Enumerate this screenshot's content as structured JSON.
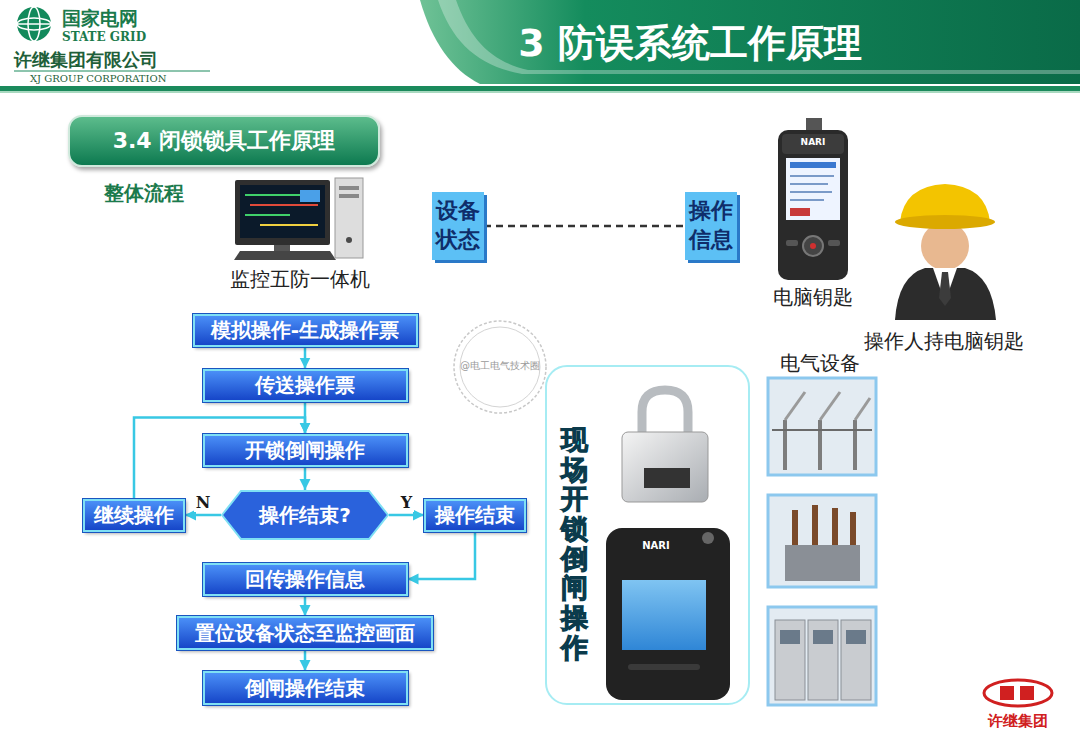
{
  "diagram": {
    "title": "3 防误系统工作原理",
    "nodes": [
      {
        "text": [
          "3.4 闭锁锁具工作原理"
        ]
      },
      {
        "text": [
          "模拟操作-生成操作票"
        ]
      },
      {
        "text": [
          "传送操作票"
        ]
      },
      {
        "text": [
          "开锁倒闸操作"
        ]
      },
      {
        "text": [
          "操作结束?"
        ]
      },
      {
        "text": [
          "继续操作"
        ]
      },
      {
        "text": [
          "操作结束"
        ]
      },
      {
        "text": [
          "回传操作信息"
        ]
      },
      {
        "text": [
          "置位设备状态至监控画面"
        ]
      },
      {
        "text": [
          "倒闸操作结束"
        ]
      },
      {
        "text": [
          "设备状态"
        ]
      },
      {
        "text": [
          "操作信息"
        ]
      },
      {
        "text": [
          "现场开锁倒闸操作"
        ]
      }
    ],
    "edges": [
      {
        "from": 1,
        "to": 2,
        "arrow": "to"
      },
      {
        "from": 2,
        "to": 3,
        "arrow": "to"
      },
      {
        "from": 3,
        "to": 4,
        "arrow": "to"
      },
      {
        "from": 4,
        "to": 5,
        "arrow": "to",
        "label": "N"
      },
      {
        "from": 5,
        "to": 3,
        "arrow": "to"
      },
      {
        "from": 4,
        "to": 6,
        "arrow": "to",
        "label": "Y"
      },
      {
        "from": 6,
        "to": 7,
        "arrow": "to"
      },
      {
        "from": 7,
        "to": 8,
        "arrow": "to"
      },
      {
        "from": 8,
        "to": 9,
        "arrow": "to"
      },
      {
        "from": 10,
        "to": 11,
        "arrow": "none"
      }
    ],
    "labels": [
      "国家电网",
      "STATE GRID",
      "许继集团有限公司",
      "XJ GROUP CORPORATION",
      "整体流程",
      "监控五防一体机",
      "电脑钥匙",
      "操作人持电脑钥匙",
      "电气设备",
      "@电工电气技术圈",
      "许继集团",
      "NARI",
      "NARI"
    ]
  }
}
